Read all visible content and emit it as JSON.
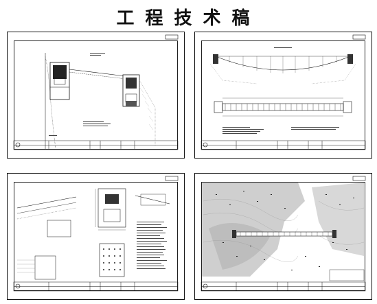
{
  "page": {
    "title": "工程技术稿"
  },
  "sheets": [
    {
      "id": "elevation-anchor",
      "note": ""
    },
    {
      "id": "bridge-elevation-plan",
      "note": ""
    },
    {
      "id": "anchor-details",
      "note": ""
    },
    {
      "id": "site-topographic-plan",
      "note": ""
    }
  ]
}
